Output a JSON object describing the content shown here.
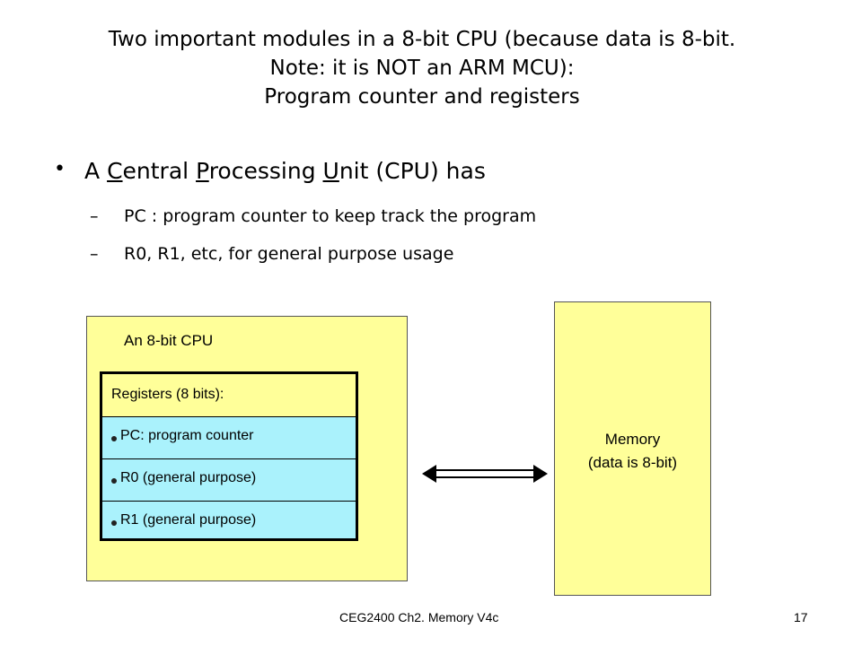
{
  "slide": {
    "title_lines": [
      "Two important modules in a 8-bit CPU (because data is 8-bit.",
      "Note: it is NOT an ARM MCU):",
      "Program counter and registers"
    ],
    "bullet": {
      "marker": "•",
      "text_parts": [
        "A ",
        "C",
        "entral ",
        "P",
        "rocessing ",
        "U",
        "nit (CPU) has"
      ]
    },
    "sub_bullets": [
      {
        "marker": "–",
        "text": "PC : program counter to keep track the program"
      },
      {
        "marker": "–",
        "text": "R0, R1, etc, for general purpose usage"
      }
    ]
  },
  "diagram": {
    "cpu_label": "An 8-bit CPU",
    "registers_header": "Registers (8 bits):",
    "registers": [
      "PC: program counter",
      "R0 (general purpose)",
      "R1 (general purpose)"
    ],
    "memory_lines": [
      "Memory",
      "(data is 8-bit)"
    ],
    "colors": {
      "box_fill": "#ffff99",
      "register_fill": "#aaf2fc",
      "border": "#000000"
    }
  },
  "footer": {
    "course": "CEG2400 Ch2. Memory V4c",
    "page_number": "17"
  }
}
